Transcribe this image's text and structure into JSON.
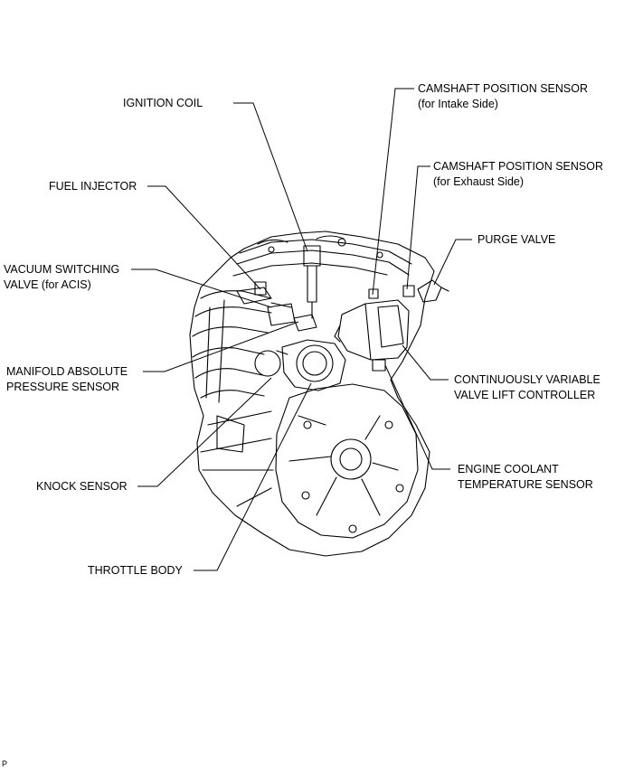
{
  "labels": {
    "ignition_coil": "IGNITION COIL",
    "camshaft_intake_1": "CAMSHAFT POSITION SENSOR",
    "camshaft_intake_2": "(for Intake Side)",
    "camshaft_exhaust_1": "CAMSHAFT POSITION SENSOR",
    "camshaft_exhaust_2": "(for Exhaust Side)",
    "fuel_injector": "FUEL INJECTOR",
    "purge_valve": "PURGE VALVE",
    "vsv_1": "VACUUM SWITCHING",
    "vsv_2": "VALVE (for ACIS)",
    "map_1": "MANIFOLD ABSOLUTE",
    "map_2": "PRESSURE SENSOR",
    "cvvl_1": "CONTINUOUSLY VARIABLE",
    "cvvl_2": "VALVE LIFT CONTROLLER",
    "knock_sensor": "KNOCK SENSOR",
    "ect_1": "ENGINE COOLANT",
    "ect_2": "TEMPERATURE SENSOR",
    "throttle_body": "THROTTLE BODY"
  },
  "page_mark": "P"
}
